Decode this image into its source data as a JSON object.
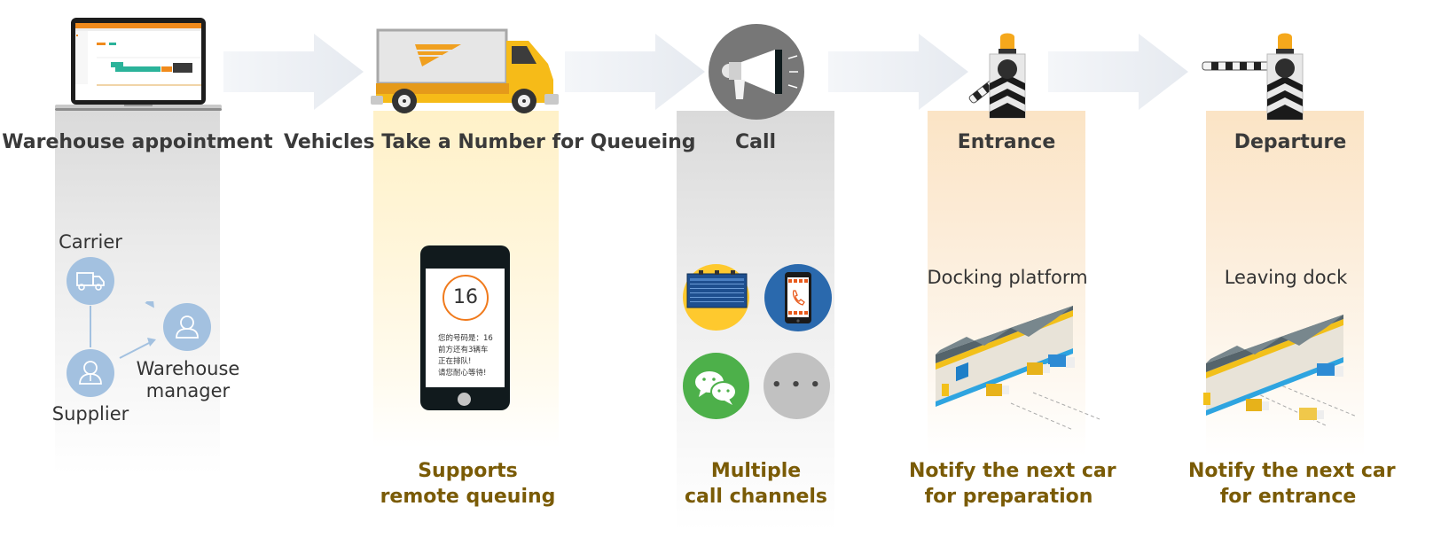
{
  "steps": [
    {
      "id": "warehouse-appointment",
      "title": "Warehouse appointment",
      "illustration": "laptop-scheduling-screen",
      "roles": {
        "carrier": "Carrier",
        "supplier": "Supplier",
        "manager_line1": "Warehouse",
        "manager_line2": "manager"
      },
      "role_icons": [
        "truck-icon",
        "supplier-person-icon",
        "manager-person-icon"
      ]
    },
    {
      "id": "queueing",
      "title": "Vehicles Take a Number for Queueing",
      "illustration": "delivery-truck",
      "phone": {
        "queue_number": "16",
        "lines": [
          "您的号码是：16",
          "前方还有3辆车",
          "正在排队!",
          "请您耐心等待!"
        ]
      },
      "note_line1": "Supports",
      "note_line2": "remote queuing"
    },
    {
      "id": "call",
      "title": "Call",
      "illustration": "megaphone",
      "channels": [
        "display-board-icon",
        "phone-call-icon",
        "wechat-icon",
        "more-icon"
      ],
      "more_label": "• • •",
      "note_line1": "Multiple",
      "note_line2": "call channels"
    },
    {
      "id": "entrance",
      "title": "Entrance",
      "illustration": "barrier-gate-open",
      "sub_label": "Docking platform",
      "note_line1": "Notify the next car",
      "note_line2": "for preparation"
    },
    {
      "id": "departure",
      "title": "Departure",
      "illustration": "barrier-gate-closed",
      "sub_label": "Leaving dock",
      "note_line1": "Notify the next car",
      "note_line2": "for entrance"
    }
  ],
  "colors": {
    "title_text": "#3a3a3a",
    "note_text": "#7a5b06",
    "node_blue": "#a3c1e0",
    "accent_orange": "#f08a1c",
    "truck_yellow": "#f6bb18"
  }
}
